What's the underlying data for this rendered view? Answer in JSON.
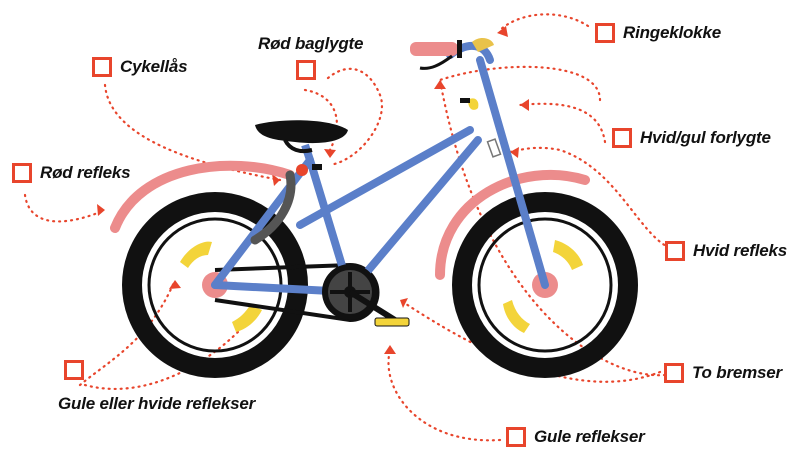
{
  "checklist": {
    "items": [
      {
        "id": "ringeklokke",
        "label": "Ringeklokke"
      },
      {
        "id": "rod-baglygte",
        "label": "Rød baglygte"
      },
      {
        "id": "cykellas",
        "label": "Cykellås"
      },
      {
        "id": "hvid-gul-forlygte",
        "label": "Hvid/gul forlygte"
      },
      {
        "id": "rod-refleks",
        "label": "Rød refleks"
      },
      {
        "id": "hvid-refleks",
        "label": "Hvid refleks"
      },
      {
        "id": "to-bremser",
        "label": "To bremser"
      },
      {
        "id": "gule-eller-hvide-reflekser",
        "label": "Gule eller hvide reflekser"
      },
      {
        "id": "gule-reflekser",
        "label": "Gule reflekser"
      }
    ]
  },
  "colors": {
    "accent": "#e8452c",
    "frame": "#5b7fc9",
    "tire": "#111111",
    "reflector_red": "#ec8c8c",
    "reflector_yellow": "#f3d43a",
    "saddle": "#111111"
  }
}
